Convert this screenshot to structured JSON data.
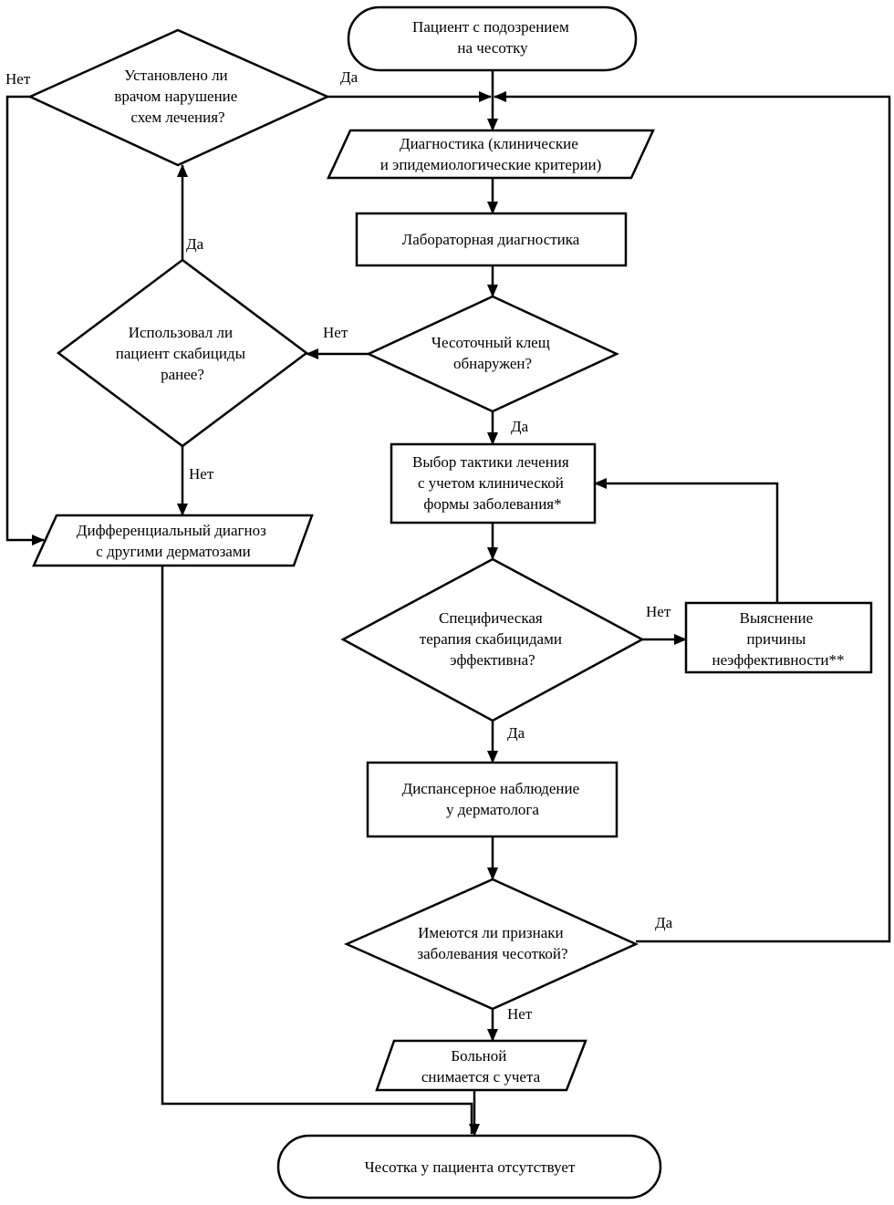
{
  "nodes": {
    "start": {
      "lines": [
        "Пациент с подозрением",
        "на чесотку"
      ]
    },
    "diagnostics": {
      "lines": [
        "Диагностика (клинические",
        "и эпидемиологические критерии)"
      ]
    },
    "lab": {
      "lines": [
        "Лабораторная диагностика"
      ]
    },
    "mite_found": {
      "lines": [
        "Чесоточный клещ",
        "обнаружен?"
      ]
    },
    "scabicides_before": {
      "lines": [
        "Использовал ли",
        "пациент скабициды",
        "ранее?"
      ]
    },
    "violation": {
      "lines": [
        "Установлено ли",
        "врачом нарушение",
        "схем лечения?"
      ]
    },
    "differential": {
      "lines": [
        "Дифференциальный диагноз",
        "с другими дерматозами"
      ]
    },
    "tactics": {
      "lines": [
        "Выбор тактики лечения",
        "с учетом клинической",
        "формы заболевания*"
      ]
    },
    "therapy_effective": {
      "lines": [
        "Специфическая",
        "терапия скабицидами",
        "эффективна?"
      ]
    },
    "clarify": {
      "lines": [
        "Выяснение",
        "причины",
        "неэффективности**"
      ]
    },
    "observation": {
      "lines": [
        "Диспансерное наблюдение",
        "у дерматолога"
      ]
    },
    "signs": {
      "lines": [
        "Имеются ли признаки",
        "заболевания чесоткой?"
      ]
    },
    "deregister": {
      "lines": [
        "Больной",
        "снимается с учета"
      ]
    },
    "end": {
      "lines": [
        "Чесотка у пациента отсутствует"
      ]
    }
  },
  "edge_labels": {
    "yes": "Да",
    "no": "Нет"
  }
}
